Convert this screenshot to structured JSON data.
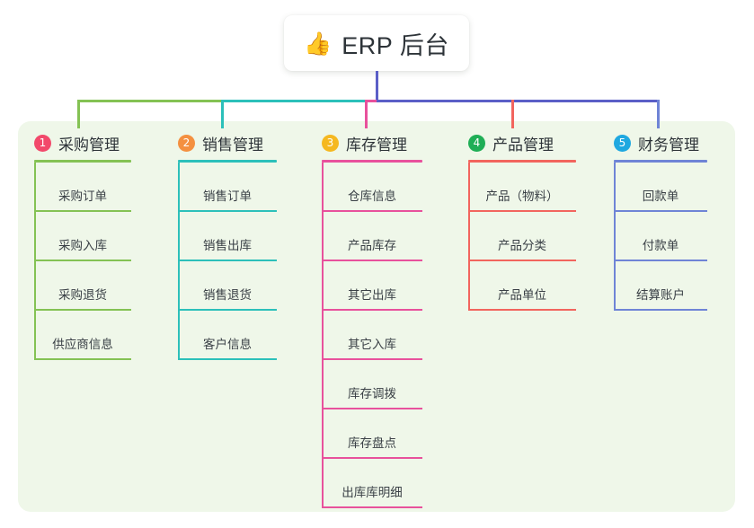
{
  "root": {
    "icon": "thumbs-up-icon",
    "emoji": "👍",
    "title": "ERP 后台"
  },
  "theme": {
    "panel_bg": "#eff7e9",
    "page_bg": "#ffffff",
    "text_color": "#2d3338",
    "root_stem_color": "#5b5fc7"
  },
  "columns": [
    {
      "number": "1",
      "title": "采购管理",
      "badge_color": "#f2496b",
      "line_color": "#84c254",
      "items": [
        {
          "label": "采购订单"
        },
        {
          "label": "采购入库"
        },
        {
          "label": "采购退货"
        },
        {
          "label": "供应商信息"
        }
      ]
    },
    {
      "number": "2",
      "title": "销售管理",
      "badge_color": "#f49040",
      "line_color": "#2cc0ba",
      "items": [
        {
          "label": "销售订单"
        },
        {
          "label": "销售出库"
        },
        {
          "label": "销售退货"
        },
        {
          "label": "客户信息"
        }
      ]
    },
    {
      "number": "3",
      "title": "库存管理",
      "badge_color": "#f5b820",
      "line_color": "#e8519c",
      "items": [
        {
          "label": "仓库信息"
        },
        {
          "label": "产品库存"
        },
        {
          "label": "其它出库"
        },
        {
          "label": "其它入库"
        },
        {
          "label": "库存调拨"
        },
        {
          "label": "库存盘点"
        },
        {
          "label": "出库库明细"
        }
      ]
    },
    {
      "number": "4",
      "title": "产品管理",
      "badge_color": "#1fae56",
      "line_color": "#f2655e",
      "items": [
        {
          "label": "产品（物料）"
        },
        {
          "label": "产品分类"
        },
        {
          "label": "产品单位"
        }
      ]
    },
    {
      "number": "5",
      "title": "财务管理",
      "badge_color": "#1fa8e0",
      "line_color": "#6f84d6",
      "items": [
        {
          "label": "回款单"
        },
        {
          "label": "付款单"
        },
        {
          "label": "结算账户"
        }
      ]
    }
  ]
}
